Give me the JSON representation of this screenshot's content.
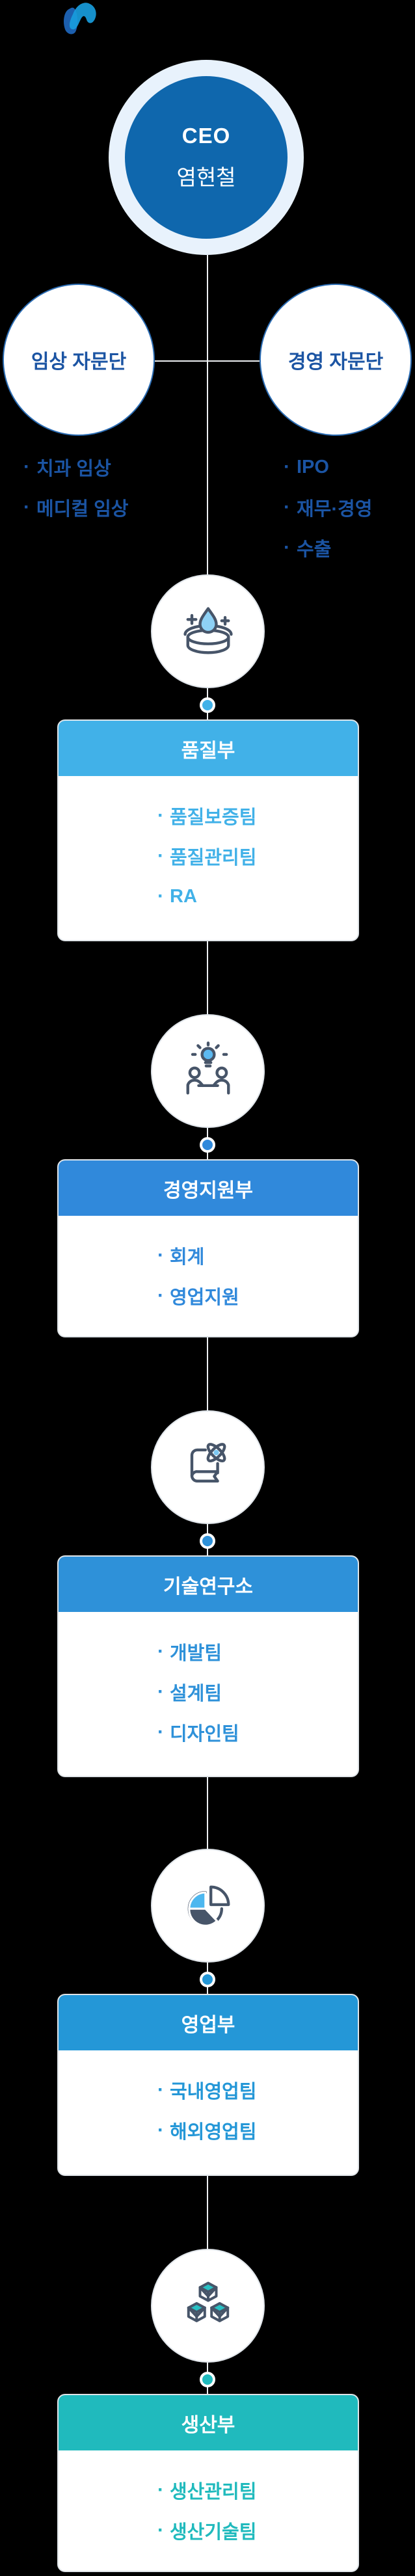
{
  "page": {
    "background": "#000000"
  },
  "logo": {
    "label": "company-logo",
    "color_primary": "#189cdc",
    "color_secondary": "#1c5fae"
  },
  "bullet_char": "·",
  "ceo": {
    "title": "CEO",
    "name": "염현철",
    "circle_color": "#0f67ad",
    "ring_color": "#e8f2fc"
  },
  "advisor_style": {
    "border": "#2b6cb3",
    "text": "#1b54a3"
  },
  "advisors": [
    {
      "title": "임상 자문단",
      "items": [
        "치과 임상",
        "메디컬 임상"
      ]
    },
    {
      "title": "경영 자문단",
      "items": [
        "IPO",
        "재무·경영",
        "수출"
      ]
    }
  ],
  "departments": [
    {
      "name": "품질부",
      "color": "#41b1e8",
      "icon": "petri-dish-drop-icon",
      "teams": [
        "품질보증팀",
        "품질관리팀",
        "RA"
      ]
    },
    {
      "name": "경영지원부",
      "color": "#3089db",
      "icon": "meeting-idea-icon",
      "teams": [
        "회계",
        "영업지원"
      ]
    },
    {
      "name": "기술연구소",
      "color": "#2e91d9",
      "icon": "research-book-icon",
      "teams": [
        "개발팀",
        "설계팀",
        "디자인팀"
      ]
    },
    {
      "name": "영업부",
      "color": "#2497d7",
      "icon": "pie-chart-icon",
      "teams": [
        "국내영업팀",
        "해외영업팀"
      ]
    },
    {
      "name": "생산부",
      "color": "#20babd",
      "icon": "cubes-icon",
      "teams": [
        "생산관리팀",
        "생산기술팀"
      ]
    }
  ]
}
